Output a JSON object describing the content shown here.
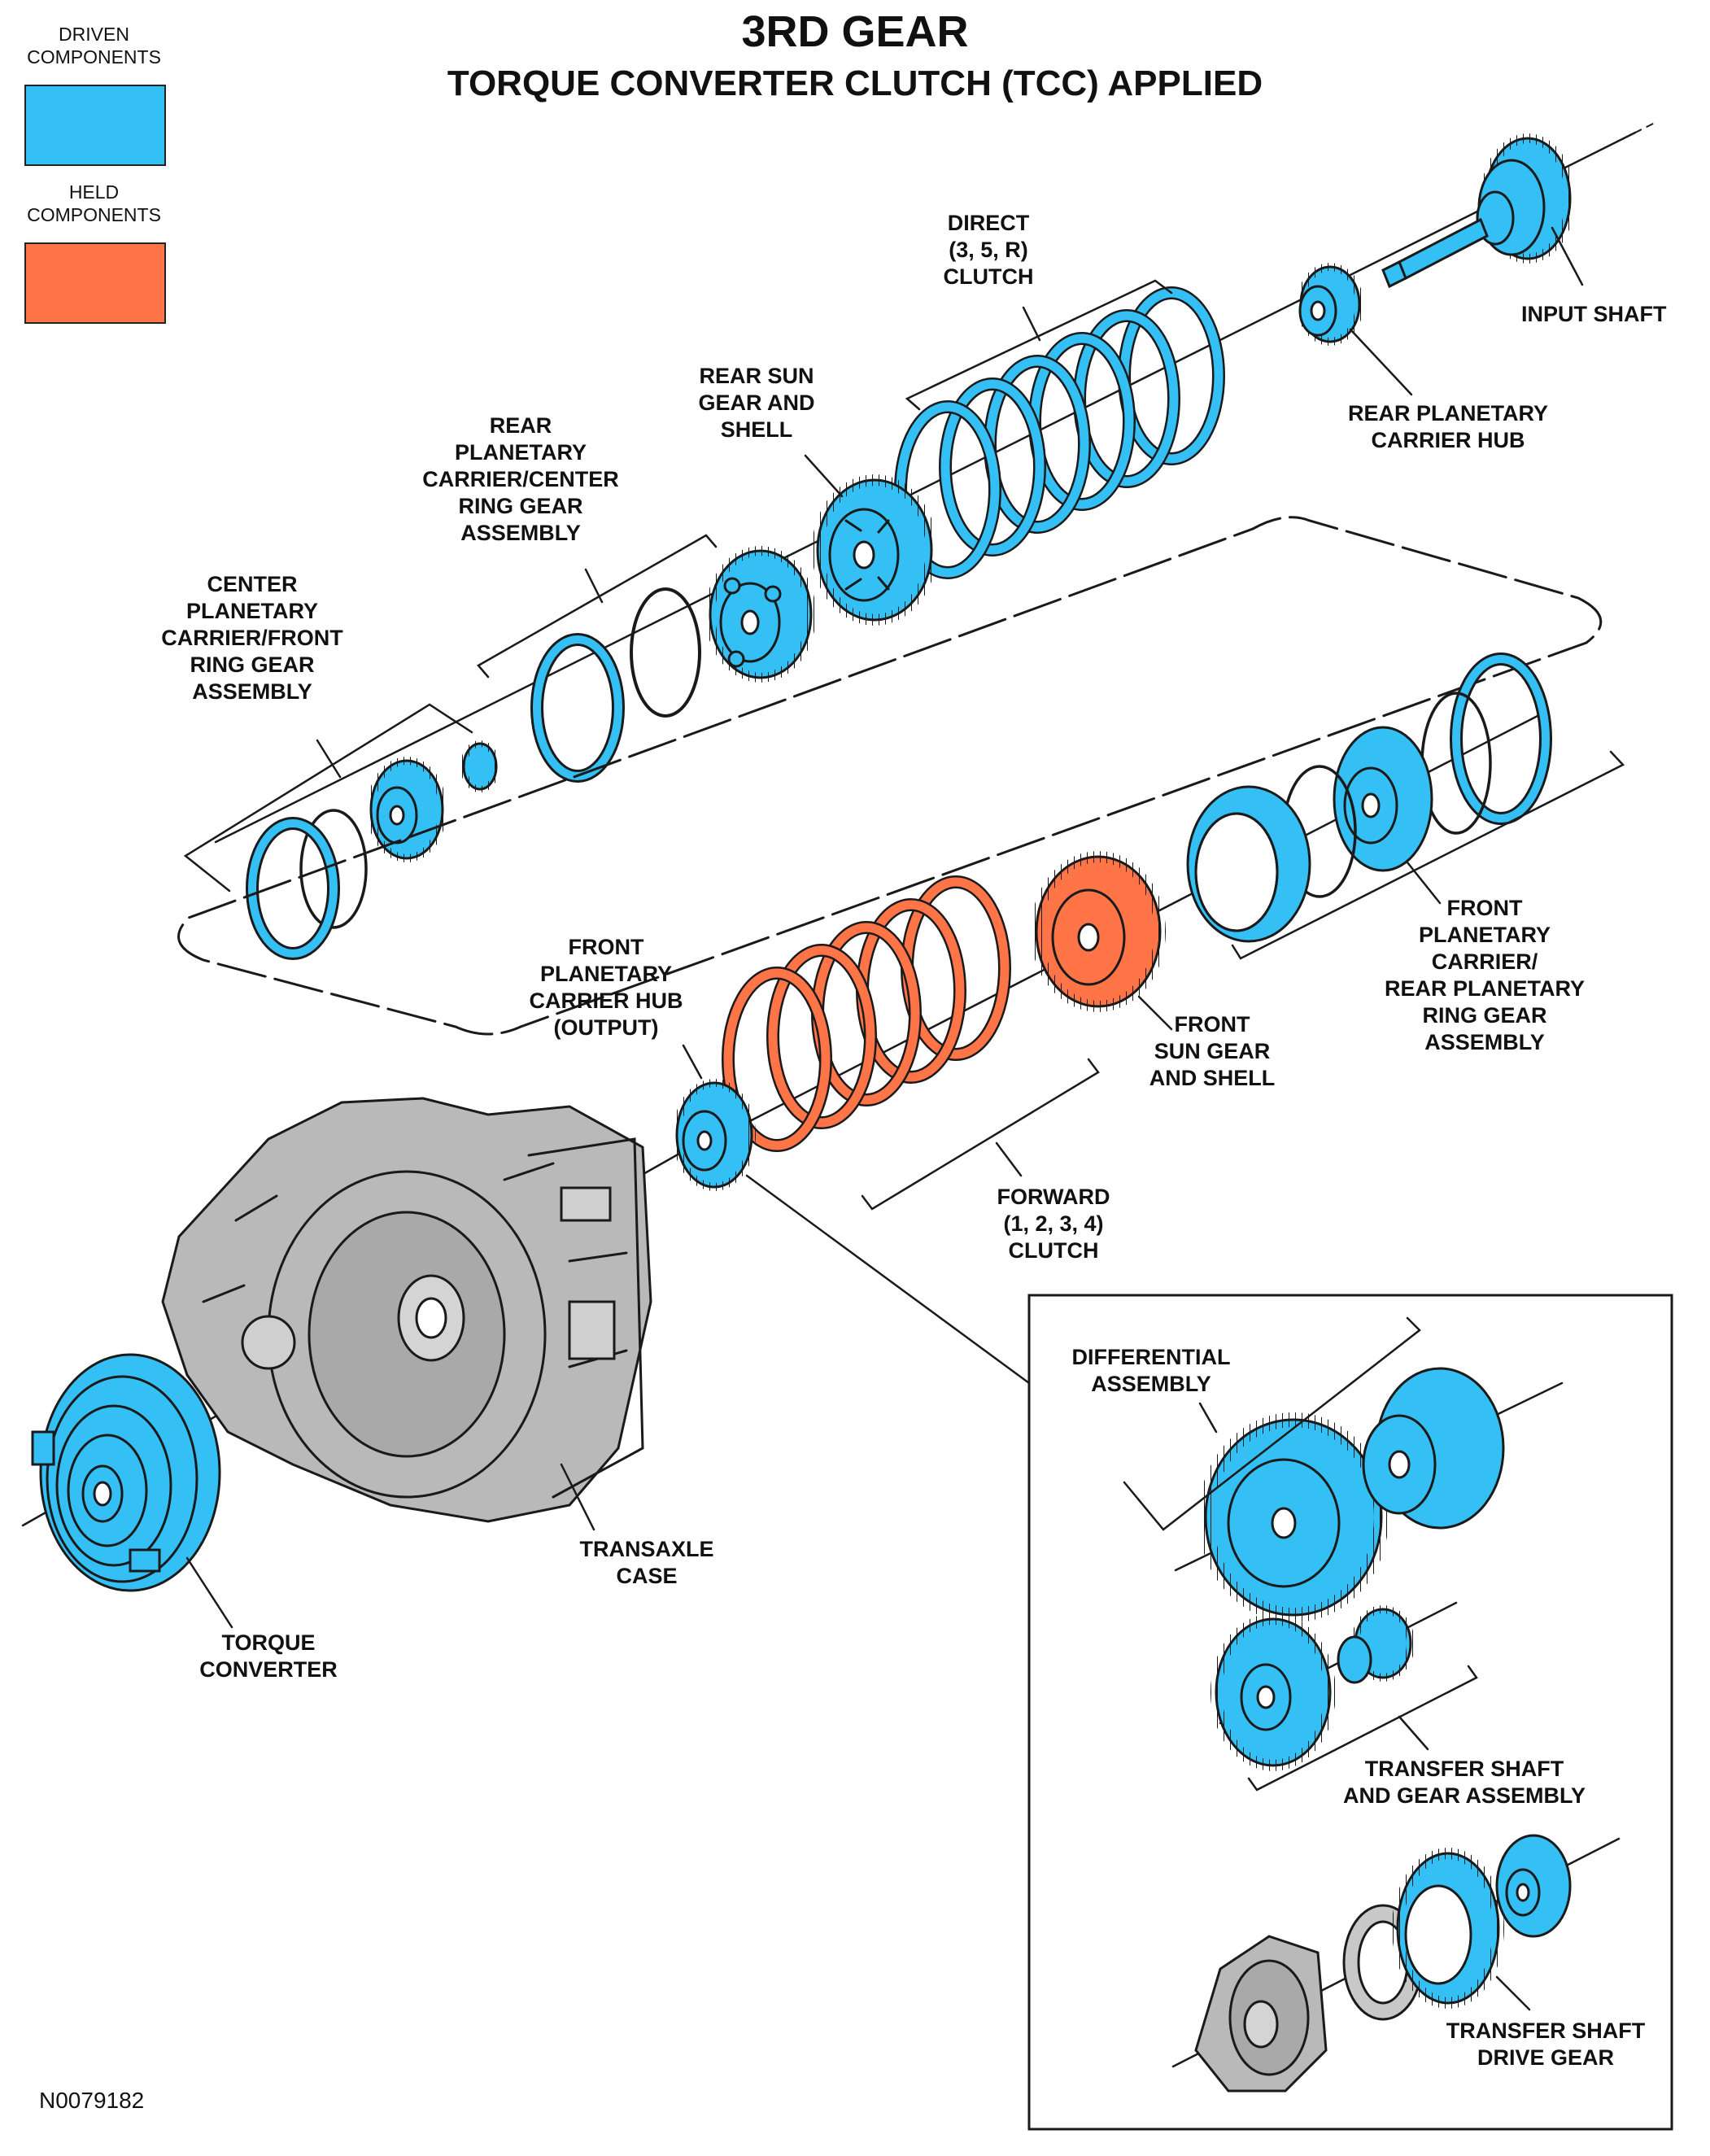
{
  "title": "3RD GEAR",
  "subtitle": "TORQUE CONVERTER CLUTCH (TCC) APPLIED",
  "legend": {
    "driven": {
      "label": "DRIVEN\nCOMPONENTS",
      "color": "#35C0F5"
    },
    "held": {
      "label": "HELD\nCOMPONENTS",
      "color": "#FF7548"
    }
  },
  "colors": {
    "driven": "#35C0F5",
    "held": "#FF7548",
    "case": "#B9B9B9",
    "outline": "#1A1A1A"
  },
  "labels": {
    "input_shaft": "INPUT SHAFT",
    "rear_planetary_carrier_hub": "REAR PLANETARY\nCARRIER HUB",
    "direct_clutch": "DIRECT\n(3, 5, R)\nCLUTCH",
    "rear_sun_gear": "REAR SUN\nGEAR AND\nSHELL",
    "rear_planetary_carrier_center_ring": "REAR\nPLANETARY\nCARRIER/CENTER\nRING GEAR\nASSEMBLY",
    "center_planetary_carrier": "CENTER\nPLANETARY\nCARRIER/FRONT\nRING GEAR\nASSEMBLY",
    "front_planetary_carrier_rear_ring": "FRONT\nPLANETARY\nCARRIER/\nREAR PLANETARY\nRING GEAR\nASSEMBLY",
    "front_sun_gear": "FRONT\nSUN GEAR\nAND SHELL",
    "front_planetary_carrier_hub": "FRONT\nPLANETARY\nCARRIER HUB\n(OUTPUT)",
    "forward_clutch": "FORWARD\n(1, 2, 3, 4)\nCLUTCH",
    "differential_assembly": "DIFFERENTIAL\nASSEMBLY",
    "transfer_shaft_gear": "TRANSFER SHAFT\nAND GEAR ASSEMBLY",
    "transfer_shaft_drive_gear": "TRANSFER SHAFT\nDRIVE GEAR",
    "transaxle_case": "TRANSAXLE\nCASE",
    "torque_converter": "TORQUE\nCONVERTER"
  },
  "figure_id": "N0079182"
}
